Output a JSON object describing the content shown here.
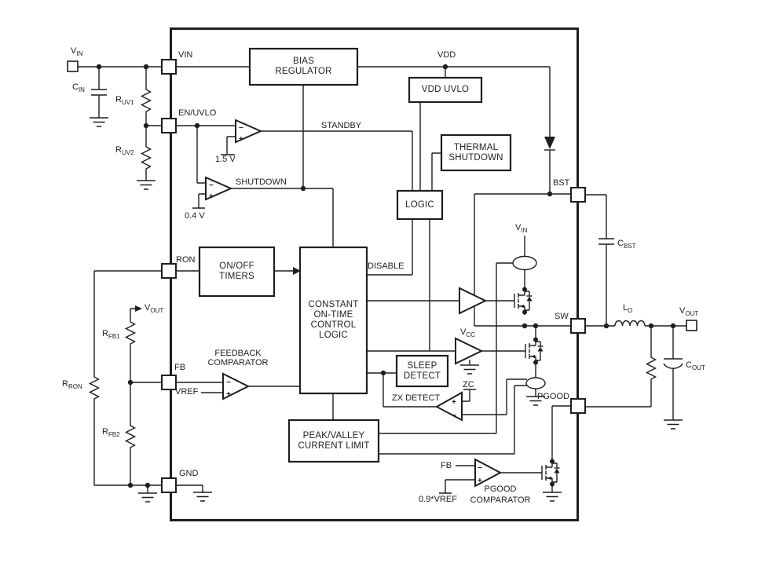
{
  "colors": {
    "line": "#1e1e1e",
    "background": "#ffffff"
  },
  "polarity": {
    "minus": "−",
    "plus": "+"
  },
  "terminals": {
    "vin": {
      "main": "V",
      "sub": "IN"
    },
    "vout": {
      "main": "V",
      "sub": "OUT"
    }
  },
  "pins": {
    "vin": "VIN",
    "en_uvlo": "EN/UVLO",
    "ron": "RON",
    "fb": "FB",
    "gnd": "GND",
    "bst": "BST",
    "sw": "SW",
    "pgood": "PGOOD"
  },
  "blocks": {
    "bias_regulator": {
      "line1": "BIAS",
      "line2": "REGULATOR"
    },
    "vdd_uvlo": {
      "line1": "VDD UVLO"
    },
    "thermal_shutdown": {
      "line1": "THERMAL",
      "line2": "SHUTDOWN"
    },
    "logic": {
      "line1": "LOGIC"
    },
    "on_off_timers": {
      "line1": "ON/OFF",
      "line2": "TIMERS"
    },
    "constant_on_time": {
      "line1": "CONSTANT",
      "line2": "ON-TIME",
      "line3": "CONTROL",
      "line4": "LOGIC"
    },
    "sleep_detect": {
      "line1": "SLEEP",
      "line2": "DETECT"
    },
    "peak_valley": {
      "line1": "PEAK/VALLEY",
      "line2": "CURRENT LIMIT"
    }
  },
  "signals": {
    "standby": "STANDBY",
    "shutdown": "SHUTDOWN",
    "disable": "DISABLE",
    "vdd": "VDD",
    "zc": "ZC",
    "zx_detect": "ZX DETECT",
    "fb": "FB"
  },
  "labels": {
    "feedback_comparator": {
      "line1": "FEEDBACK",
      "line2": "COMPARATOR"
    },
    "pgood_comparator": {
      "line1": "PGOOD",
      "line2": "COMPARATOR"
    },
    "vref": "VREF",
    "ref_1v5": "1.5 V",
    "ref_0v4": "0.4 V",
    "ref_0v9vref": "0.9*VREF",
    "vin_internal": {
      "main": "V",
      "sub": "IN"
    },
    "vcc": {
      "main": "V",
      "sub": "CC"
    },
    "vout_sense": {
      "main": "V",
      "sub": "OUT"
    }
  },
  "components": {
    "cin": {
      "main": "C",
      "sub": "IN"
    },
    "ruv1": {
      "main": "R",
      "sub": "UV1"
    },
    "ruv2": {
      "main": "R",
      "sub": "UV2"
    },
    "rron": {
      "main": "R",
      "sub": "RON"
    },
    "rfb1": {
      "main": "R",
      "sub": "FB1"
    },
    "rfb2": {
      "main": "R",
      "sub": "FB2"
    },
    "cbst": {
      "main": "C",
      "sub": "BST"
    },
    "lo": {
      "main": "L",
      "sub": "O"
    },
    "cout": {
      "main": "C",
      "sub": "OUT"
    }
  }
}
